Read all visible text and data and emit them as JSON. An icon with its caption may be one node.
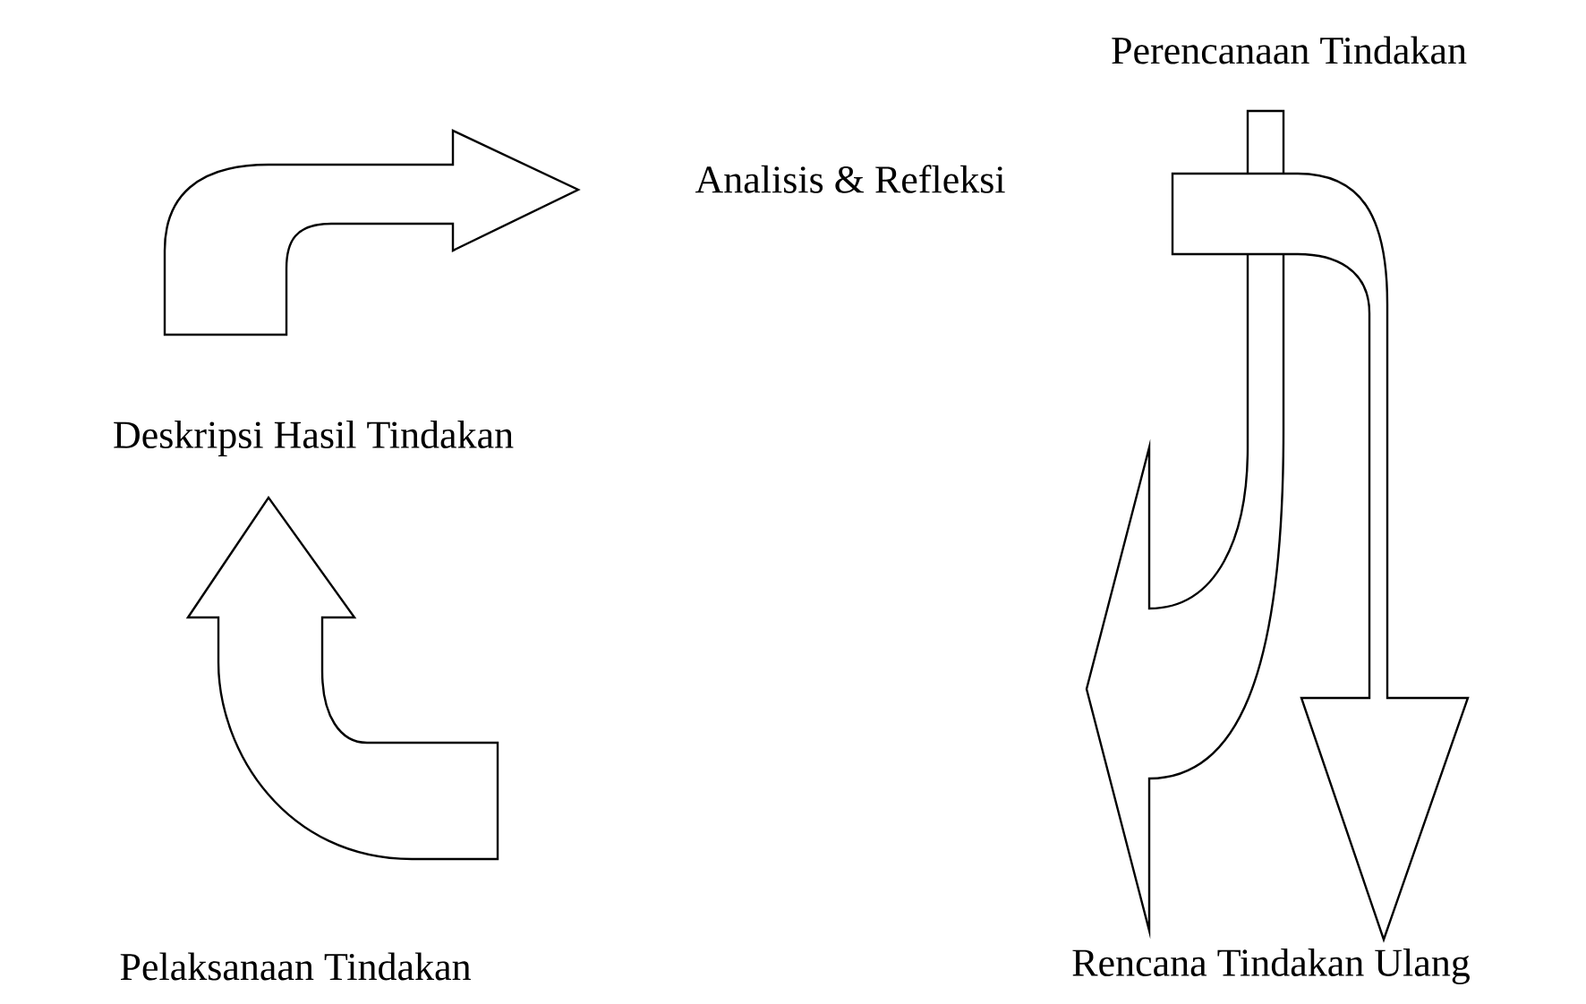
{
  "diagram": {
    "nodes": [
      {
        "text": [
          "Perencanaan Tindakan"
        ]
      },
      {
        "text": [
          "Analisis & Refleksi"
        ]
      },
      {
        "text": [
          "Deskripsi Hasil Tindakan"
        ]
      },
      {
        "text": [
          "Pelaksanaan Tindakan"
        ]
      },
      {
        "text": [
          "Rencana Tindakan Ulang"
        ]
      }
    ],
    "edges": [
      {
        "from": 3,
        "to": 2,
        "arrow": "to"
      },
      {
        "from": 2,
        "to": 1,
        "arrow": "to"
      },
      {
        "from": 0,
        "to": 4,
        "arrow": "to"
      },
      {
        "from": 1,
        "to": 4,
        "arrow": "to"
      }
    ]
  }
}
